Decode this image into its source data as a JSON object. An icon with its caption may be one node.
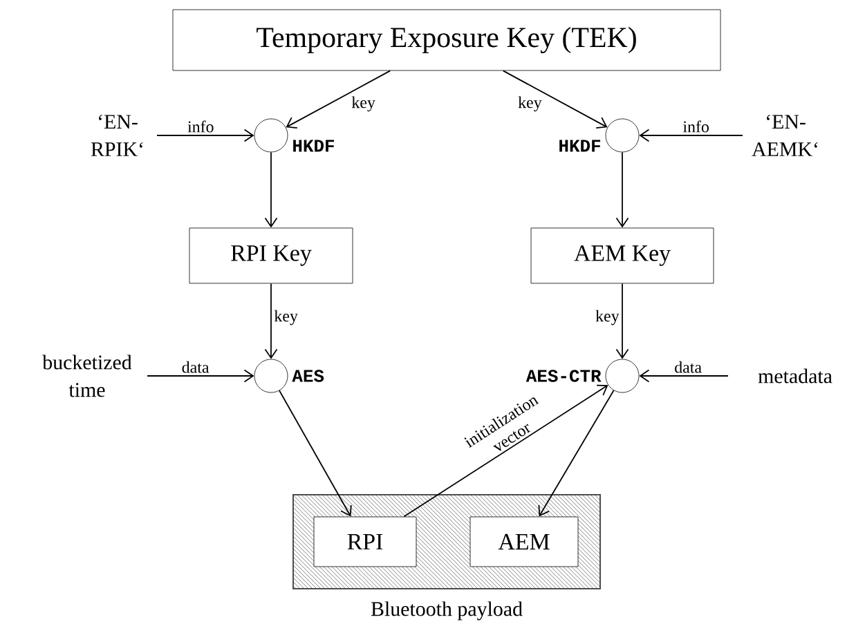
{
  "diagram": {
    "nodes": [
      {
        "text": [
          "Temporary Exposure Key (TEK)"
        ]
      },
      {
        "text": [
          "‘EN-RPIK‘"
        ]
      },
      {
        "text": [],
        "shape": "circle",
        "beside": [
          "HKDF"
        ]
      },
      {
        "text": [],
        "shape": "circle",
        "beside": [
          "HKDF"
        ]
      },
      {
        "text": [
          "‘EN-AEMK‘"
        ]
      },
      {
        "text": [
          "RPI Key"
        ]
      },
      {
        "text": [
          "AEM Key"
        ]
      },
      {
        "text": [
          "bucketized time"
        ]
      },
      {
        "text": [],
        "shape": "circle",
        "beside": [
          "AES"
        ]
      },
      {
        "text": [],
        "shape": "circle",
        "beside": [
          "AES-CTR"
        ]
      },
      {
        "text": [
          "metadata"
        ]
      },
      {
        "text": [],
        "shape": "box",
        "beside": [
          "Bluetooth payload"
        ]
      },
      {
        "text": [
          "RPI"
        ],
        "in": 11
      },
      {
        "text": [
          "AEM"
        ],
        "in": 11
      }
    ],
    "edges": [
      {
        "from": 0,
        "to": 2,
        "arrow": "to",
        "label": "key"
      },
      {
        "from": 0,
        "to": 3,
        "arrow": "to",
        "label": "key"
      },
      {
        "from": 1,
        "to": 2,
        "arrow": "to",
        "label": "info"
      },
      {
        "from": 4,
        "to": 3,
        "arrow": "to",
        "label": "info"
      },
      {
        "from": 2,
        "to": 5,
        "arrow": "to"
      },
      {
        "from": 3,
        "to": 6,
        "arrow": "to"
      },
      {
        "from": 5,
        "to": 8,
        "arrow": "to",
        "label": "key"
      },
      {
        "from": 6,
        "to": 9,
        "arrow": "to",
        "label": "key"
      },
      {
        "from": 7,
        "to": 8,
        "arrow": "to",
        "label": "data"
      },
      {
        "from": 10,
        "to": 9,
        "arrow": "to",
        "label": "data"
      },
      {
        "from": 8,
        "to": 12,
        "arrow": "to"
      },
      {
        "from": 12,
        "to": 9,
        "arrow": "to",
        "label": "initialization vector"
      },
      {
        "from": 9,
        "to": 13,
        "arrow": "to"
      }
    ]
  }
}
